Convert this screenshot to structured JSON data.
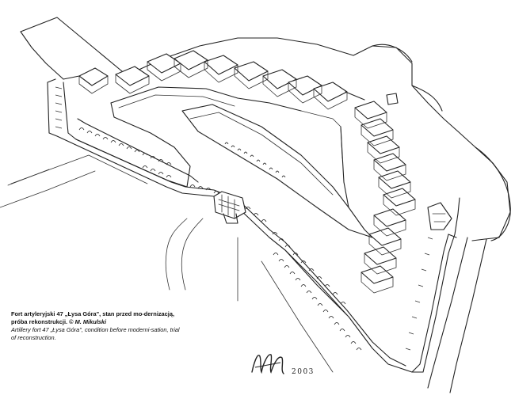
{
  "caption": {
    "polish_title": "Fort artyleryjski 47 „Łysa Góra\", stan przed mo-dernizacją, próba rekonstrukcji. ©",
    "author": "M. Mikulski",
    "english_text": "Artillery fort 47 „Łysa Góra\", condition before moderni-sation, trial of reconstruction."
  },
  "signature": {
    "monogram": "M"
  },
  "year": "2003",
  "icons": {
    "signature": "monogram-signature-icon"
  }
}
